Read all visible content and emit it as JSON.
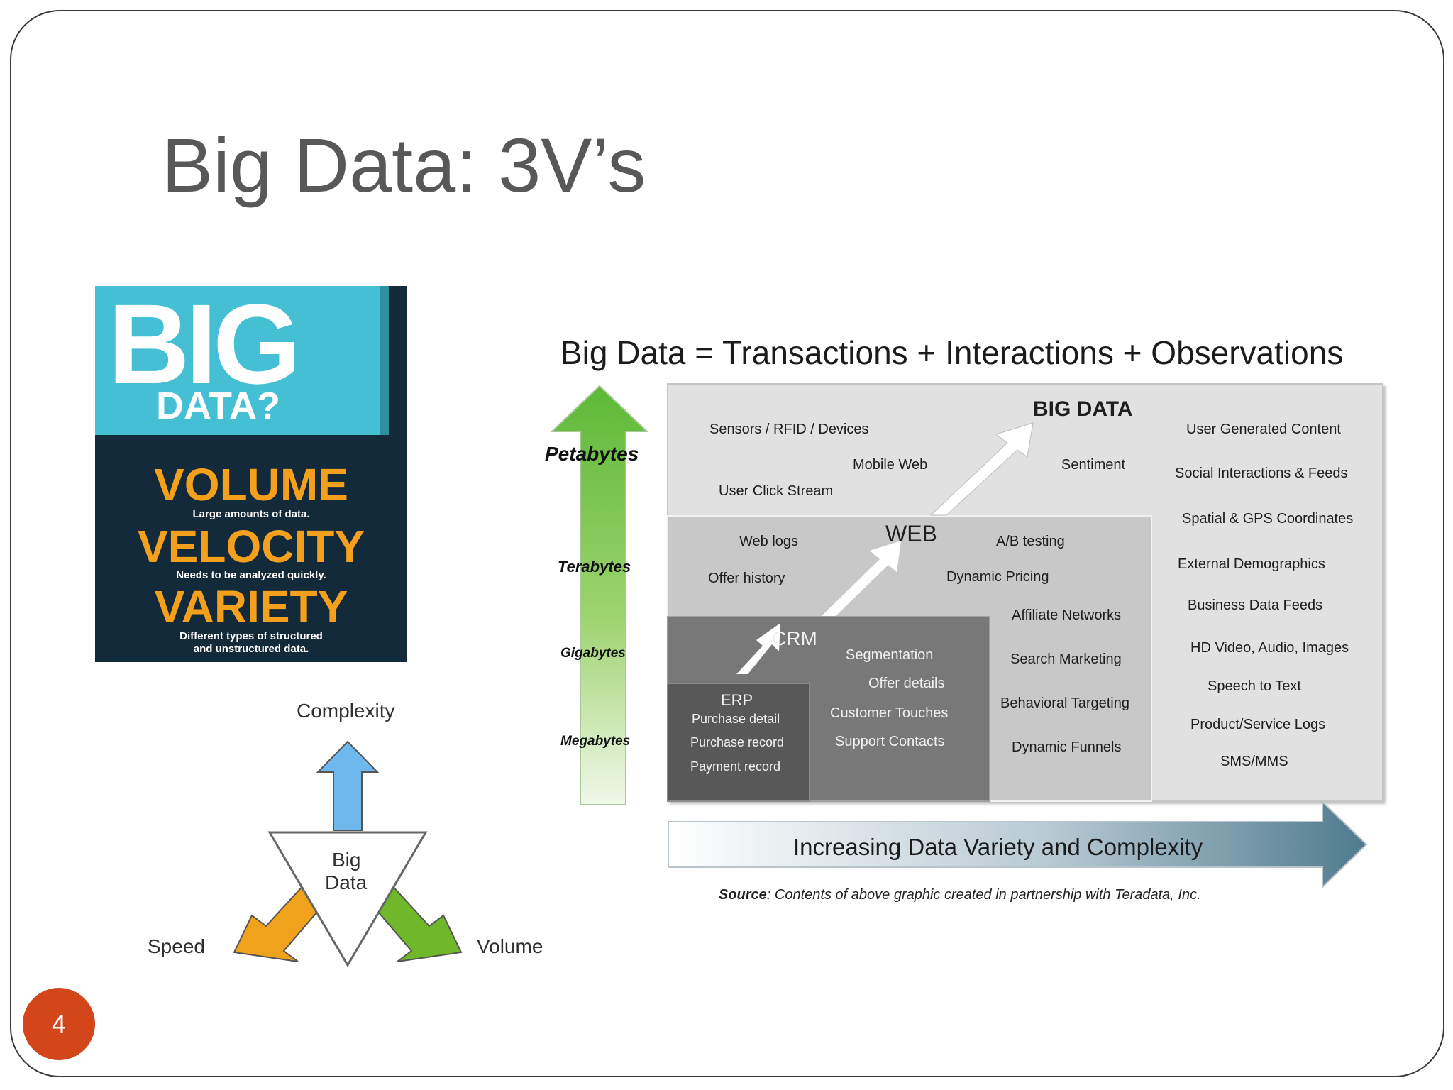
{
  "slide": {
    "title": "Big Data: 3V’s",
    "page_number": "4"
  },
  "poster": {
    "big": "BIG",
    "data_q": "DATA?",
    "volume": "VOLUME",
    "volume_sub": "Large amounts of data.",
    "velocity": "VELOCITY",
    "velocity_sub": "Needs to be analyzed quickly.",
    "variety": "VARIETY",
    "variety_sub_1": "Different types of structured",
    "variety_sub_2": "and unstructured data."
  },
  "triangle": {
    "top": "Complexity",
    "left": "Speed",
    "right": "Volume",
    "center_1": "Big",
    "center_2": "Data",
    "colors": {
      "up": "#6fb8ee",
      "left": "#f1a21c",
      "right": "#6fb82a"
    }
  },
  "graphic": {
    "equation": "Big Data = Transactions + Interactions + Observations",
    "scale": [
      "Petabytes",
      "Terabytes",
      "Gigabytes",
      "Megabytes"
    ],
    "big_data": {
      "title": "BIG DATA",
      "items": [
        "Sensors / RFID / Devices",
        "Mobile Web",
        "User Click Stream",
        "Sentiment"
      ]
    },
    "web": {
      "title": "WEB",
      "items": [
        "Web logs",
        "Offer history",
        "A/B testing",
        "Dynamic Pricing"
      ]
    },
    "crm": {
      "title": "CRM",
      "items": [
        "Segmentation",
        "Offer details",
        "Customer Touches",
        "Support Contacts"
      ]
    },
    "erp": {
      "title": "ERP",
      "items": [
        "Purchase detail",
        "Purchase record",
        "Payment record"
      ]
    },
    "web_column": [
      "Affiliate Networks",
      "Search Marketing",
      "Behavioral Targeting",
      "Dynamic Funnels"
    ],
    "big_column": [
      "User Generated Content",
      "Social Interactions & Feeds",
      "Spatial & GPS Coordinates",
      "External Demographics",
      "Business Data Feeds",
      "HD Video, Audio, Images",
      "Speech to Text",
      "Product/Service Logs",
      "SMS/MMS"
    ],
    "bottom_arrow": "Increasing Data Variety and Complexity",
    "source_label": "Source",
    "source_text": ": Contents of above graphic created in partnership with Teradata, Inc."
  }
}
